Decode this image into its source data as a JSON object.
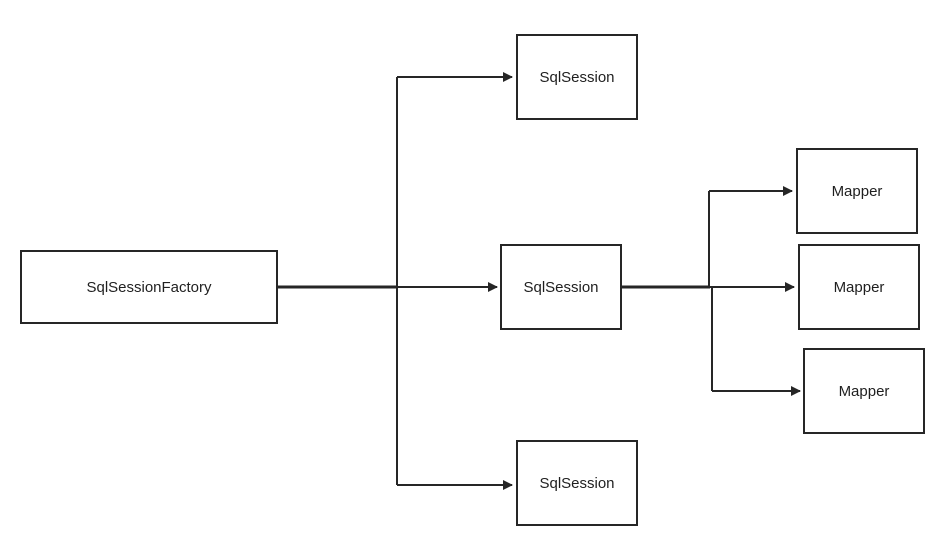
{
  "diagram": {
    "nodes": {
      "factory": {
        "label": "SqlSessionFactory"
      },
      "session_top": {
        "label": "SqlSession"
      },
      "session_mid": {
        "label": "SqlSession"
      },
      "session_bottom": {
        "label": "SqlSession"
      },
      "mapper_top": {
        "label": "Mapper"
      },
      "mapper_mid": {
        "label": "Mapper"
      },
      "mapper_bottom": {
        "label": "Mapper"
      }
    },
    "edges": [
      {
        "from": "factory",
        "to": "session_top"
      },
      {
        "from": "factory",
        "to": "session_mid"
      },
      {
        "from": "factory",
        "to": "session_bottom"
      },
      {
        "from": "session_mid",
        "to": "mapper_top"
      },
      {
        "from": "session_mid",
        "to": "mapper_mid"
      },
      {
        "from": "session_mid",
        "to": "mapper_bottom"
      }
    ],
    "colors": {
      "stroke": "#262626",
      "text": "#1f1f1f",
      "background": "#ffffff"
    }
  }
}
